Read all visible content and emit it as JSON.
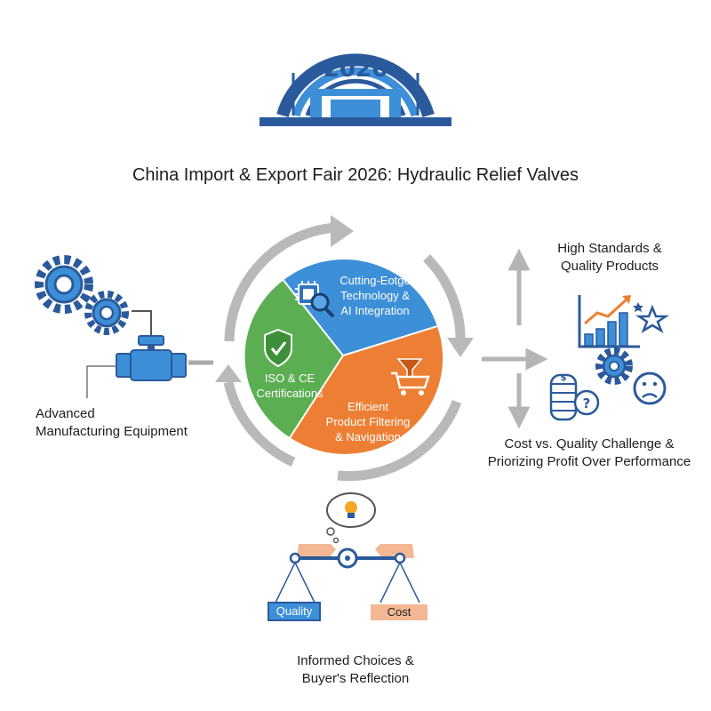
{
  "logo": {
    "year": "2026"
  },
  "title": "China Import & Export Fair 2026: Hydraulic Relief Valves",
  "left": {
    "line1": "Advanced",
    "line2": "Manufacturing Equipment"
  },
  "segments": {
    "tech": {
      "line1": "Cutting-Eotge",
      "line2": "Technology &",
      "line3": "AI Integration"
    },
    "cert": {
      "line1": "ISO & CE",
      "line2": "Certifications"
    },
    "filter": {
      "line1": "Efficient",
      "line2": "Product Filtering",
      "line3": "& Navigation"
    }
  },
  "right_top": {
    "line1": "High Standards &",
    "line2": "Quality Products"
  },
  "right_bottom": {
    "line1": "Cost vs. Quality Challenge &",
    "line2": "Priorizing Profit Over Performance"
  },
  "scale": {
    "left_tag": "Quality",
    "right_tag": "Cost"
  },
  "bottom": {
    "line1": "Informed Choices &",
    "line2": "Buyer's Reflection"
  },
  "colors": {
    "blue": "#3d8fd8",
    "green": "#5cae52",
    "orange": "#ed7f34",
    "navy": "#2b5a9c",
    "gray_arrow": "#b9b9b9",
    "peach": "#f3b893"
  },
  "icons": [
    "fair-hall-icon",
    "gear-icon",
    "valve-icon",
    "chip-magnifier-icon",
    "shield-check-icon",
    "funnel-cart-icon",
    "growth-chart-icon",
    "star-icon",
    "coin-stack-icon",
    "question-icon",
    "sad-face-icon",
    "lightbulb-thought-icon",
    "balance-scale-icon"
  ]
}
